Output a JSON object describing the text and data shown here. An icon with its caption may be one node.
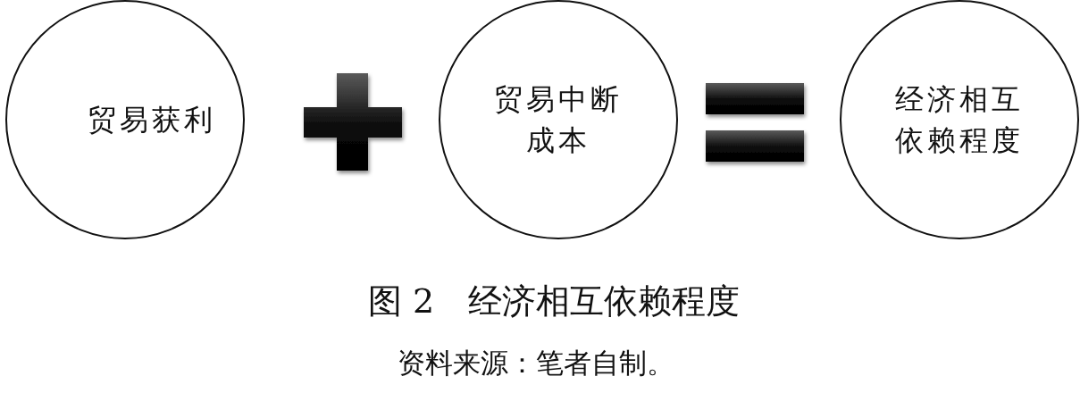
{
  "diagram": {
    "caption": "图 2　经济相互依赖程度",
    "nodes": [
      {
        "text": [
          "贸易获利"
        ]
      },
      {
        "text": [
          "贸易中断成本"
        ]
      },
      {
        "text": [
          "经济相互依赖程度"
        ]
      }
    ],
    "labels": [
      "资料来源：笔者自制。"
    ]
  }
}
